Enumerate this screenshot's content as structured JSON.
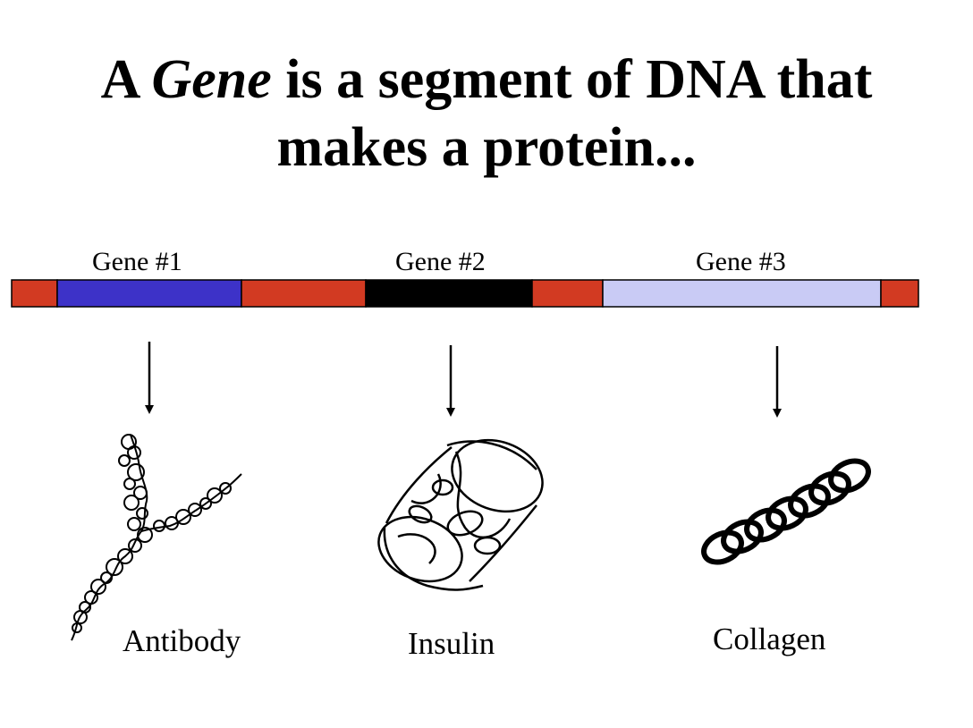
{
  "title": {
    "line1_prefix": "A ",
    "line1_emphasis": "Gene",
    "line1_suffix": " is a segment of DNA that",
    "line2": "makes a protein..."
  },
  "dna_strip": {
    "colors": {
      "spacer": "#D23A22",
      "gene1": "#3D32C8",
      "gene2": "#000000",
      "gene3": "#C9CBF5"
    }
  },
  "genes": [
    {
      "label": "Gene #1",
      "color": "#3D32C8"
    },
    {
      "label": "Gene #2",
      "color": "#000000"
    },
    {
      "label": "Gene #3",
      "color": "#C9CBF5"
    }
  ],
  "proteins": [
    {
      "label": "Antibody",
      "icon": "antibody-icon"
    },
    {
      "label": "Insulin",
      "icon": "insulin-icon"
    },
    {
      "label": "Collagen",
      "icon": "collagen-icon"
    }
  ]
}
